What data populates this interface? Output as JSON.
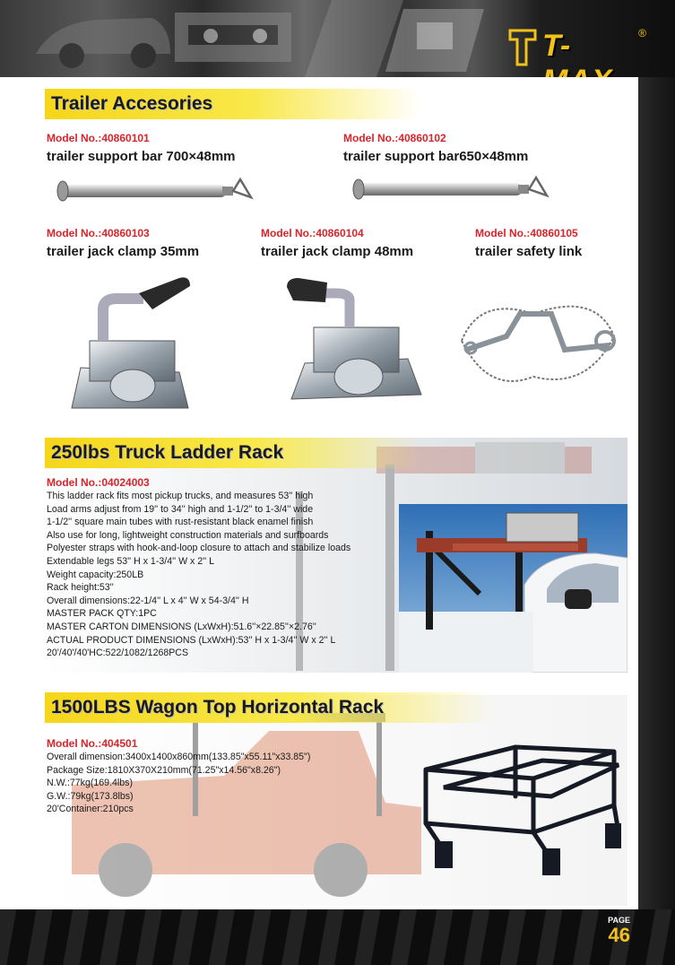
{
  "brand": {
    "logo_text": "T-MAX",
    "reg_mark": "®",
    "accent": "#f3c21a"
  },
  "section1": {
    "title": "Trailer Accesories",
    "products": [
      {
        "model": "Model No.:40860101",
        "name": "trailer support bar 700×48mm"
      },
      {
        "model": "Model No.:40860102",
        "name": "trailer support bar650×48mm"
      },
      {
        "model": "Model No.:40860103",
        "name": "trailer jack clamp 35mm"
      },
      {
        "model": "Model No.:40860104",
        "name": "trailer jack clamp 48mm"
      },
      {
        "model": "Model No.:40860105",
        "name": "trailer safety link"
      }
    ]
  },
  "section2": {
    "title": "250lbs Truck Ladder Rack",
    "model": "Model No.:04024003",
    "specs": [
      "This ladder rack fits most pickup trucks, and measures 53'' high",
      "Load arms adjust from 19'' to 34'' high and 1-1/2'' to 1-3/4'' wide",
      "1-1/2'' square main tubes with rust-resistant black enamel finish",
      "Also use for long, lightweight construction materials and surfboards",
      "Polyester straps with hook-and-loop closure to attach and stabilize loads",
      "Extendable legs 53'' H x 1-3/4'' W x 2'' L",
      "Weight capacity:250LB",
      "Rack height:53''",
      "Overall dimensions:22-1/4'' L x 4'' W x 54-3/4'' H",
      "MASTER PACK QTY:1PC",
      "MASTER CARTON DIMENSIONS (LxWxH):51.6''×22.85''×2.76''",
      "ACTUAL PRODUCT DIMENSIONS (LxWxH):53'' H x 1-3/4'' W x 2'' L",
      "20'/40'/40'HC:522/1082/1268PCS"
    ]
  },
  "section3": {
    "title": "1500LBS Wagon Top Horizontal Rack",
    "model": "Model No.:404501",
    "specs": [
      "Overall dimension:3400x1400x860mm(133.85\"x55.11\"x33.85\")",
      "Package Size:1810X370X210mm(71.25\"x14.56\"x8.26\")",
      "N.W.:77kg(169.4lbs)",
      "G.W.:79kg(173.8lbs)",
      "20'Container:210pcs"
    ]
  },
  "footer": {
    "page_label": "PAGE",
    "page_number": "46"
  }
}
